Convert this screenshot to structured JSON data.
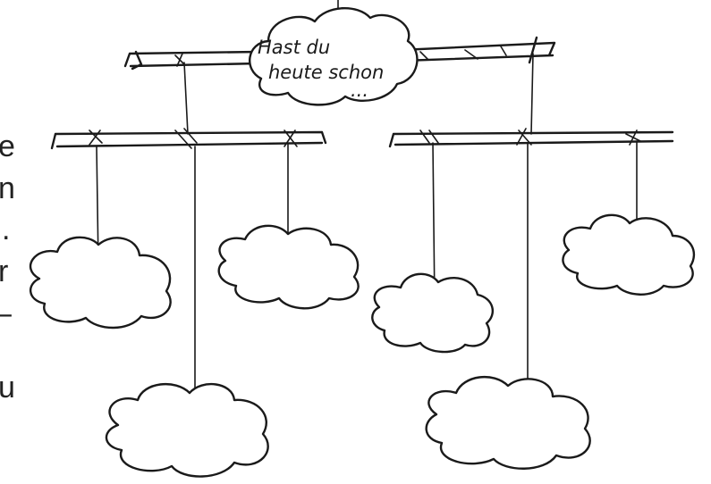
{
  "center_cloud": {
    "line1": "Hast du",
    "line2": "heute schon",
    "line3": "..."
  },
  "left_fragment": {
    "chars": [
      "e",
      "n",
      ".",
      "r",
      "–",
      "u"
    ]
  },
  "colors": {
    "ink": "#1a1a1a",
    "paper": "#ffffff"
  }
}
